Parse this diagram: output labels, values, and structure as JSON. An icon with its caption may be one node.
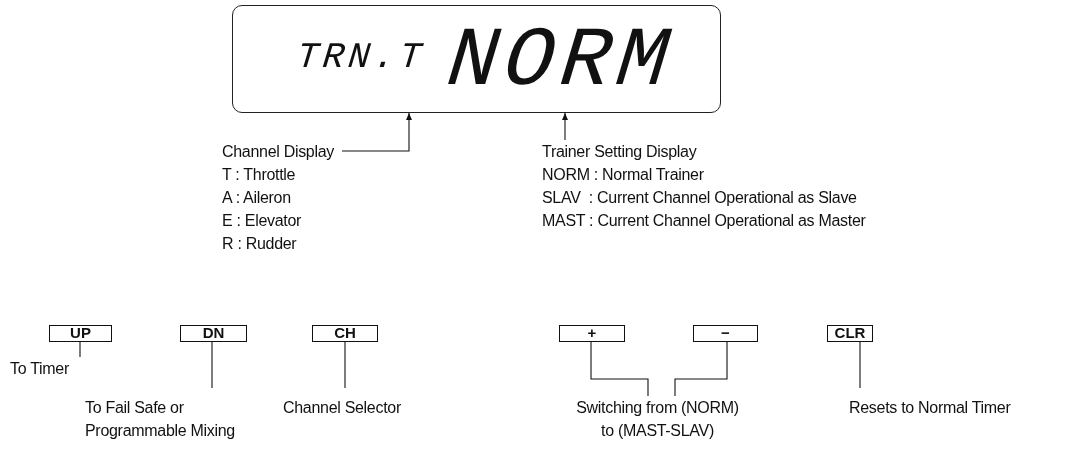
{
  "diagram": {
    "nodes": [
      {
        "text": [
          "TRN.T",
          "NORM"
        ]
      },
      {
        "text": [
          "Channel Display",
          "T : Throttle",
          "A : Aileron",
          "E : Elevator",
          "R : Rudder"
        ]
      },
      {
        "text": [
          "Trainer Setting Display",
          "NORM : Normal Trainer",
          "SLAV  : Current Channel Operational as Slave",
          "MAST : Current Channel Operational as Master"
        ]
      },
      {
        "text": [
          "UP"
        ]
      },
      {
        "text": [
          "DN"
        ]
      },
      {
        "text": [
          "CH"
        ]
      },
      {
        "text": [
          "+"
        ]
      },
      {
        "text": [
          "−"
        ]
      },
      {
        "text": [
          "CLR"
        ]
      },
      {
        "text": [
          "To Timer"
        ]
      },
      {
        "text": [
          "To Fail Safe or Programmable Mixing"
        ]
      },
      {
        "text": [
          "Channel Selector"
        ]
      },
      {
        "text": [
          "Switching from (NORM) to (MAST-SLAV)"
        ]
      },
      {
        "text": [
          "Resets to Normal Timer"
        ]
      }
    ],
    "edges": [
      {
        "from": 1,
        "to": 0,
        "arrow": "to"
      },
      {
        "from": 2,
        "to": 0,
        "arrow": "to"
      },
      {
        "from": 3,
        "to": 9,
        "arrow": "none"
      },
      {
        "from": 4,
        "to": 10,
        "arrow": "none"
      },
      {
        "from": 5,
        "to": 11,
        "arrow": "none"
      },
      {
        "from": 6,
        "to": 12,
        "arrow": "none"
      },
      {
        "from": 7,
        "to": 12,
        "arrow": "none"
      },
      {
        "from": 8,
        "to": 13,
        "arrow": "none"
      }
    ]
  }
}
